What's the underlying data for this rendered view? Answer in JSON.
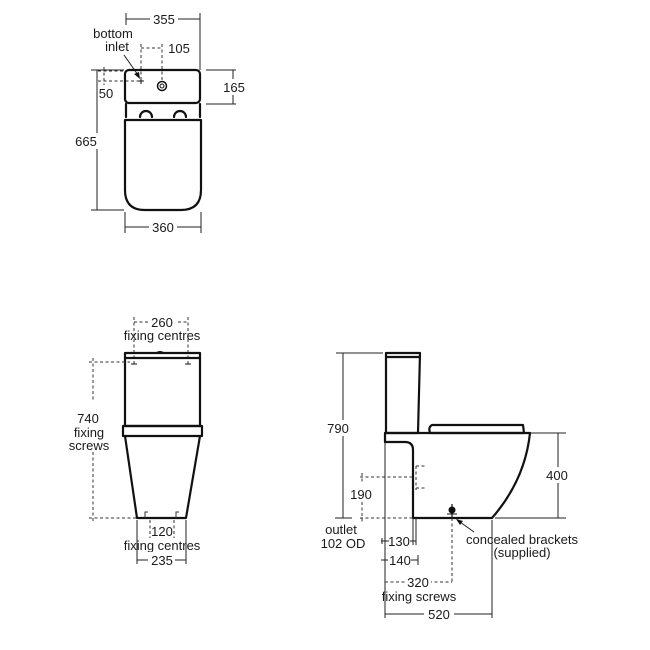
{
  "diagram": {
    "title": "Close-coupled WC technical drawing",
    "colors": {
      "line": "#111111",
      "background": "#ffffff"
    },
    "plan_view": {
      "width_top": "355",
      "inlet_label_line1": "bottom",
      "inlet_label_line2": "inlet",
      "inlet_offset_x": "105",
      "inlet_offset_y": "50",
      "cistern_depth": "165",
      "overall_depth": "665",
      "width_bottom": "360"
    },
    "front_view": {
      "top_fixing": "260",
      "top_fixing_label": "fixing centres",
      "height_value": "740",
      "height_label_line1": "fixing",
      "height_label_line2": "screws",
      "bottom_fixing": "120",
      "bottom_fixing_label": "fixing centres",
      "base_width": "235"
    },
    "side_view": {
      "overall_height": "790",
      "seat_height": "400",
      "outlet_height": "190",
      "outlet_label_line1": "outlet",
      "outlet_label_line2": "102 OD",
      "dim_130": "130",
      "dim_140": "140",
      "bracket_label_line1": "concealed brackets",
      "bracket_label_line2": "(supplied)",
      "fixing_screws_value": "320",
      "fixing_screws_label": "fixing screws",
      "overall_depth": "520"
    }
  }
}
